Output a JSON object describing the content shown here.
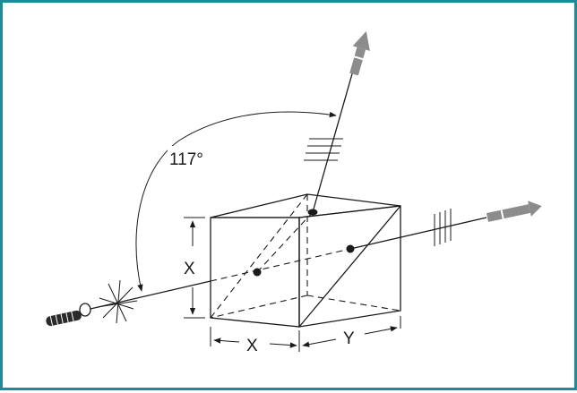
{
  "labels": {
    "angle": "117°",
    "height": "X",
    "width": "X",
    "depth": "Y"
  },
  "colors": {
    "frame": "#1b8a99",
    "line": "#1a1a1a",
    "arrow": "#8c8c8c"
  },
  "icons": {
    "light_source": "flashlight-icon",
    "scatter_point": "starburst-icon"
  }
}
